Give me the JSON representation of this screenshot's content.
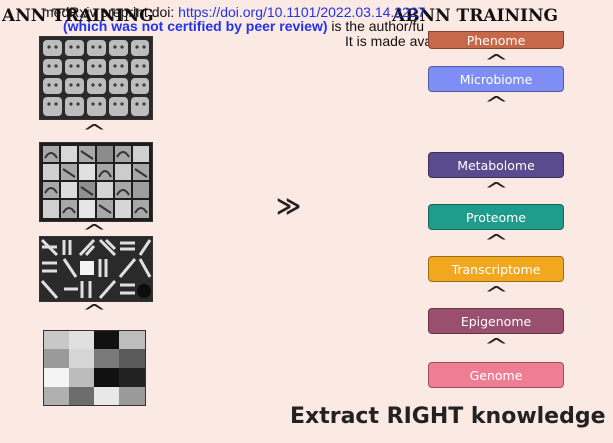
{
  "header": {
    "left_title": "ANN TRAINING",
    "right_title": "ABNN TRAINING",
    "preprint_line1_prefix": "medRxiv preprint doi: ",
    "preprint_line1_link": "https://doi.org/10.1101/2022.03.14.2227",
    "preprint_line2_bold": "(which was not certified by peer review)",
    "preprint_line2_rest": " is the author/fu",
    "preprint_line3": "It is made available unde"
  },
  "arrow_symbol": "≫",
  "caret_symbol": "^",
  "omics_layers": [
    {
      "label": "Phenome",
      "color": "#c8684a"
    },
    {
      "label": "Microbiome",
      "color": "#7f8ef4"
    },
    {
      "label": "Metabolome",
      "color": "#5a4a8e"
    },
    {
      "label": "Proteome",
      "color": "#1f9c8c"
    },
    {
      "label": "Transcriptome",
      "color": "#f2a81e"
    },
    {
      "label": "Epigenome",
      "color": "#9b4f6f"
    },
    {
      "label": "Genome",
      "color": "#ef7e94"
    }
  ],
  "footer_text": "Extract RIGHT knowledge"
}
